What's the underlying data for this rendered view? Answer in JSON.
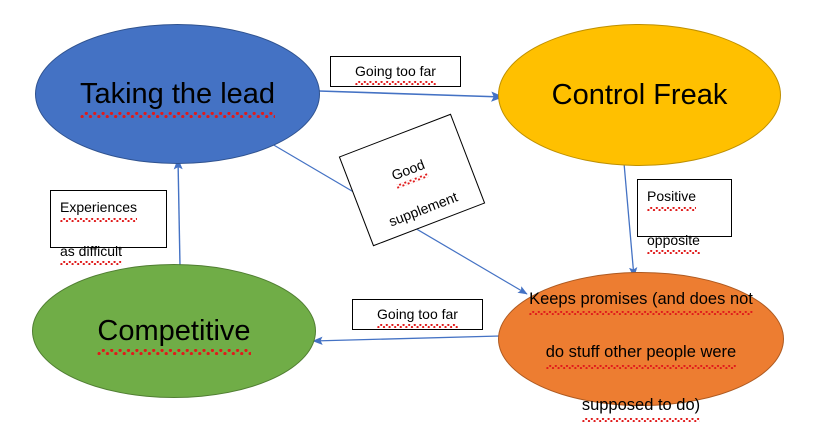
{
  "diagram": {
    "type": "concept-map",
    "background": "#ffffff",
    "nodes": [
      {
        "id": "taking-the-lead",
        "label": "Taking the lead",
        "fill": "#4472C4",
        "stroke": "#2F528F",
        "text_color": "#000000",
        "shape": "ellipse",
        "spellcheck_underline": true
      },
      {
        "id": "control-freak",
        "label": "Control Freak",
        "fill": "#FFC000",
        "stroke": "#BF9000",
        "text_color": "#000000",
        "shape": "ellipse",
        "spellcheck_underline": false
      },
      {
        "id": "competitive",
        "label": "Competitive",
        "fill": "#70AD47",
        "stroke": "#507E32",
        "text_color": "#000000",
        "shape": "ellipse",
        "spellcheck_underline": true
      },
      {
        "id": "keeps-promises",
        "label": "Keeps promises (and does not\ndo stuff other people were\nsupposed to do)",
        "line1": "Keeps promises (and does not",
        "line2": "do stuff other people were",
        "line3": "supposed to do)",
        "fill": "#ED7D31",
        "stroke": "#AE5A21",
        "text_color": "#000000",
        "shape": "ellipse",
        "spellcheck_underline": true
      }
    ],
    "edge_labels": [
      {
        "id": "going-too-far-top",
        "text": "Going too far",
        "rotation": 0
      },
      {
        "id": "good-supplement",
        "line1": "Good",
        "line2": "supplement",
        "text": "Good supplement",
        "rotation": -21
      },
      {
        "id": "experiences-as-difficult",
        "line1": "Experiences",
        "line2": "as difficult",
        "text": "Experiences as difficult",
        "rotation": 0
      },
      {
        "id": "positive-opposite",
        "line1": "Positive",
        "line2": "opposite",
        "text": "Positive opposite",
        "rotation": 0
      },
      {
        "id": "going-too-far-bottom",
        "text": "Going too far",
        "rotation": 0
      }
    ],
    "edges": [
      {
        "id": "lead-to-control",
        "from": "taking-the-lead",
        "to": "control-freak",
        "label": "Going too far",
        "color": "#4472C4"
      },
      {
        "id": "lead-to-keeps",
        "from": "taking-the-lead",
        "to": "keeps-promises",
        "label": "Good supplement",
        "color": "#4472C4"
      },
      {
        "id": "control-to-keeps",
        "from": "control-freak",
        "to": "keeps-promises",
        "label": "Positive opposite",
        "color": "#4472C4"
      },
      {
        "id": "keeps-to-competitive",
        "from": "keeps-promises",
        "to": "competitive",
        "label": "Going too far",
        "color": "#4472C4"
      },
      {
        "id": "competitive-to-lead",
        "from": "competitive",
        "to": "taking-the-lead",
        "label": "Experiences as difficult",
        "color": "#4472C4"
      }
    ],
    "colors": {
      "arrow": "#4472C4",
      "label_border": "#000000",
      "label_fill": "#ffffff",
      "spellcheck": "#e01b1b"
    }
  }
}
